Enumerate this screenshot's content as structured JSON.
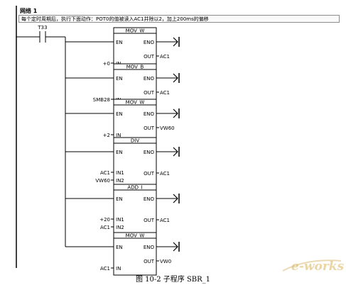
{
  "network": {
    "label": "网络 1",
    "comment": "每个定时周期后，执行下面动作：POT0的值被读入AC1并除以2，加上200ms的偏移"
  },
  "contact": {
    "label": "T33"
  },
  "blocks": [
    {
      "name": "MOV_W",
      "en": "EN",
      "eno": "ENO",
      "inputs": [
        {
          "pin": "IN",
          "operand": "+0"
        }
      ],
      "outputs": [
        {
          "pin": "OUT",
          "operand": "AC1"
        }
      ]
    },
    {
      "name": "MOV_B",
      "en": "EN",
      "eno": "ENO",
      "inputs": [
        {
          "pin": "IN",
          "operand": "SMB28"
        }
      ],
      "outputs": [
        {
          "pin": "OUT",
          "operand": "AC1"
        }
      ]
    },
    {
      "name": "MOV_W",
      "en": "EN",
      "eno": "ENO",
      "inputs": [
        {
          "pin": "IN",
          "operand": "+2"
        }
      ],
      "outputs": [
        {
          "pin": "OUT",
          "operand": "VW60"
        }
      ]
    },
    {
      "name": "DIV",
      "en": "EN",
      "eno": "ENO",
      "inputs": [
        {
          "pin": "IN1",
          "operand": "AC1"
        },
        {
          "pin": "IN2",
          "operand": "VW60"
        }
      ],
      "outputs": [
        {
          "pin": "OUT",
          "operand": "AC1"
        }
      ]
    },
    {
      "name": "ADD_I",
      "en": "EN",
      "eno": "ENO",
      "inputs": [
        {
          "pin": "IN1",
          "operand": "+20"
        },
        {
          "pin": "IN2",
          "operand": "AC1"
        }
      ],
      "outputs": [
        {
          "pin": "OUT",
          "operand": "AC1"
        }
      ]
    },
    {
      "name": "MOV_W",
      "en": "EN",
      "eno": "ENO",
      "inputs": [
        {
          "pin": "IN",
          "operand": "AC1"
        }
      ],
      "outputs": [
        {
          "pin": "OUT",
          "operand": "VW0"
        }
      ]
    }
  ],
  "caption": "图 10-2   子程序 SBR_1",
  "watermark": "e-works"
}
